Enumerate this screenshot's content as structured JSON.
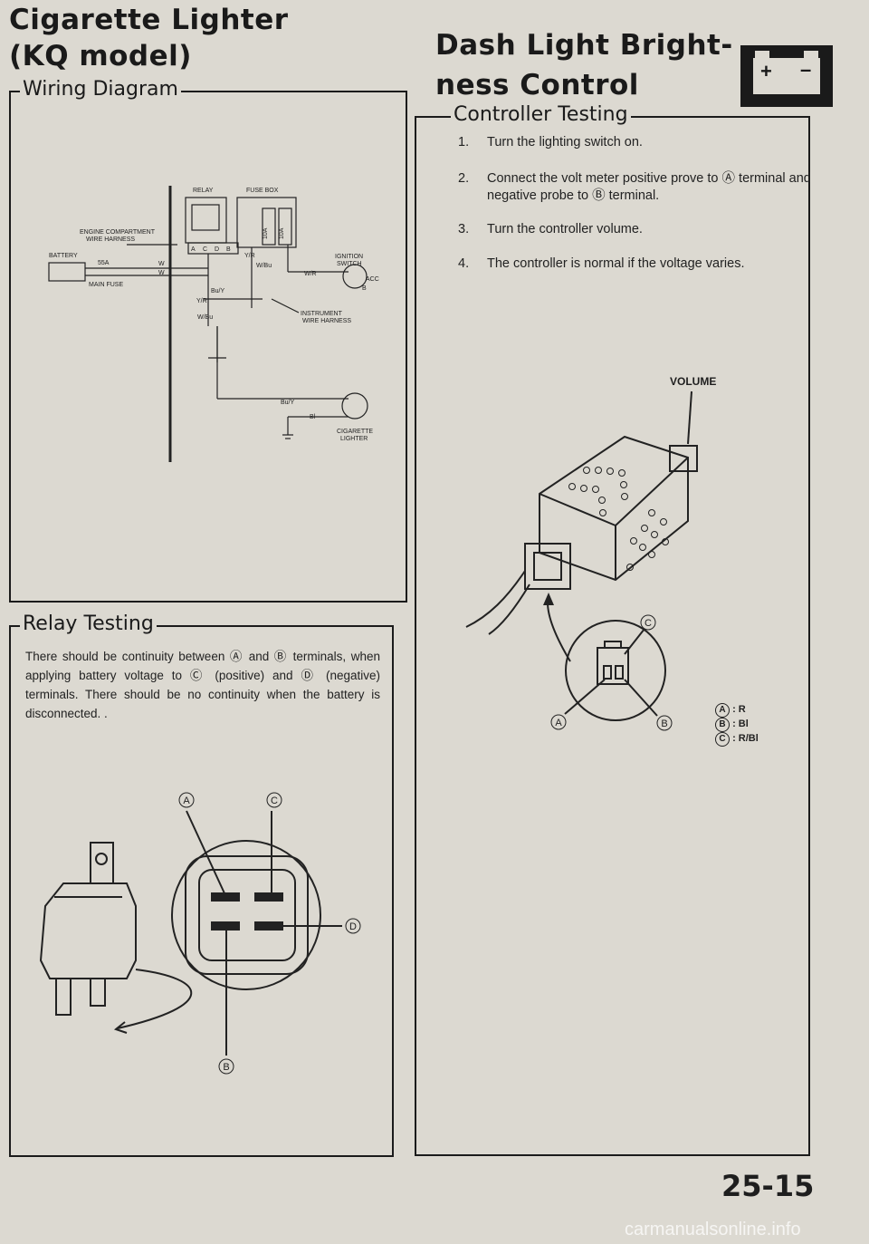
{
  "left": {
    "title_line1": "Cigarette Lighter",
    "title_line2": "(KQ model)",
    "wiring": {
      "section": "Wiring Diagram",
      "labels": {
        "relay": "RELAY",
        "fuse_box": "FUSE BOX",
        "engine_harness_1": "ENGINE COMPARTMENT",
        "engine_harness_2": "WIRE HARNESS",
        "battery": "BATTERY",
        "fuse_55a": "55A",
        "main_fuse": "MAIN FUSE",
        "ignition_1": "IGNITION",
        "ignition_2": "SWITCH",
        "acc": "ACC",
        "b": "B",
        "instrument_1": "INSTRUMENT",
        "instrument_2": "WIRE HARNESS",
        "lighter_1": "CIGARETTE",
        "lighter_2": "LIGHTER",
        "w1": "W",
        "w2": "W",
        "yr": "Y/R",
        "wbu": "W/Bu",
        "wr": "W/R",
        "buy": "Bu/Y",
        "yr2": "Y/R",
        "wbu2": "W/Bu",
        "buy2": "Bu/Y",
        "bl": "Bl",
        "fuse10a_1": "10A",
        "fuse10a_2": "10A",
        "pin_a": "A",
        "pin_c": "C",
        "pin_d": "D",
        "pin_b": "B"
      }
    },
    "relay": {
      "section": "Relay Testing",
      "text": "There should be continuity between Ⓐ and Ⓑ terminals, when applying battery voltage to Ⓒ (positive) and Ⓓ (negative) terminals. There should be no continuity when the battery is disconnected. .",
      "callouts": {
        "a": "A",
        "b": "B",
        "c": "C",
        "d": "D"
      }
    }
  },
  "right": {
    "title_line1": "Dash Light Bright-",
    "title_line2": "ness Control",
    "battery_icon": {
      "name": "battery-icon",
      "plus": "+",
      "minus": "–"
    },
    "controller": {
      "section": "Controller Testing",
      "steps": [
        {
          "n": "1.",
          "text": "Turn the lighting switch on."
        },
        {
          "n": "2.",
          "text": "Connect the volt meter positive prove to Ⓐ terminal and negative probe to Ⓑ terminal."
        },
        {
          "n": "3.",
          "text": "Turn the controller volume."
        },
        {
          "n": "4.",
          "text": "The controller is normal if the voltage varies."
        }
      ],
      "volume_label": "VOLUME",
      "callouts": {
        "a": "A",
        "b": "B",
        "c": "C"
      },
      "legend": [
        {
          "key": "A",
          "value": ": R"
        },
        {
          "key": "B",
          "value": ": Bl"
        },
        {
          "key": "C",
          "value": ": R/Bl"
        }
      ]
    }
  },
  "page_number": "25-15",
  "watermark": "carmanualsonline.info"
}
